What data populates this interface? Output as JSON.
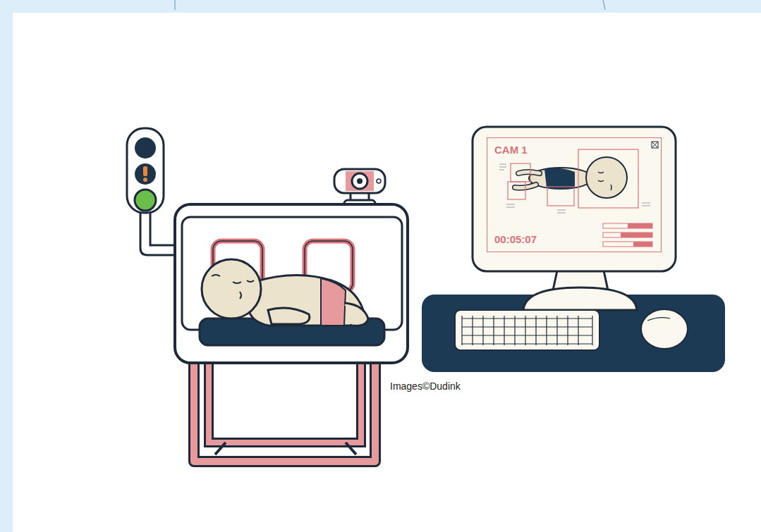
{
  "diagram": {
    "nodes": [
      {
        "text": [
          "CAM 1",
          "00:05:07"
        ]
      }
    ],
    "labels": [
      "Images©Dudink"
    ]
  }
}
